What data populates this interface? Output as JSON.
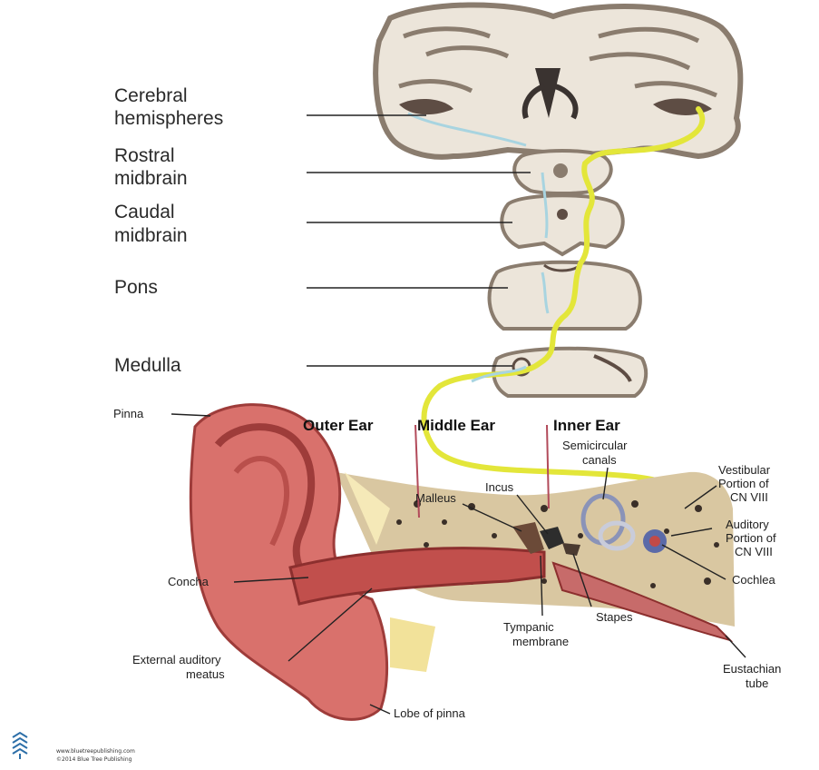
{
  "brain_labels": [
    {
      "line1": "Cerebral",
      "line2": "hemispheres"
    },
    {
      "line1": "Rostral",
      "line2": "midbrain"
    },
    {
      "line1": "Caudal",
      "line2": "midbrain"
    },
    {
      "line1": "Pons",
      "line2": ""
    },
    {
      "line1": "Medulla",
      "line2": ""
    }
  ],
  "section_headers": [
    "Outer Ear",
    "Middle Ear",
    "Inner Ear"
  ],
  "ear_labels": {
    "pinna": "Pinna",
    "concha": "Concha",
    "external_meatus_1": "External auditory",
    "external_meatus_2": "meatus",
    "lobe": "Lobe of pinna",
    "malleus": "Malleus",
    "incus": "Incus",
    "semicircular_1": "Semicircular",
    "semicircular_2": "canals",
    "vestibular_1": "Vestibular",
    "vestibular_2": "Portion of",
    "vestibular_3": "CN VIII",
    "auditory_1": "Auditory",
    "auditory_2": "Portion of",
    "auditory_3": "CN VIII",
    "cochlea": "Cochlea",
    "stapes": "Stapes",
    "tympanic_1": "Tympanic",
    "tympanic_2": "membrane",
    "eustachian_1": "Eustachian",
    "eustachian_2": "tube"
  },
  "footer": {
    "line1": "www.bluetreepublishing.com",
    "line2": "©2014 Blue Tree Publishing"
  },
  "colors": {
    "brain_tissue": "#ece5da",
    "brain_outline": "#7a6a5c",
    "auditory_pathway": "#e3e63a",
    "secondary_pathway": "#a8d4e0",
    "ear_skin": "#d9716c",
    "bone": "#d9c7a1"
  }
}
